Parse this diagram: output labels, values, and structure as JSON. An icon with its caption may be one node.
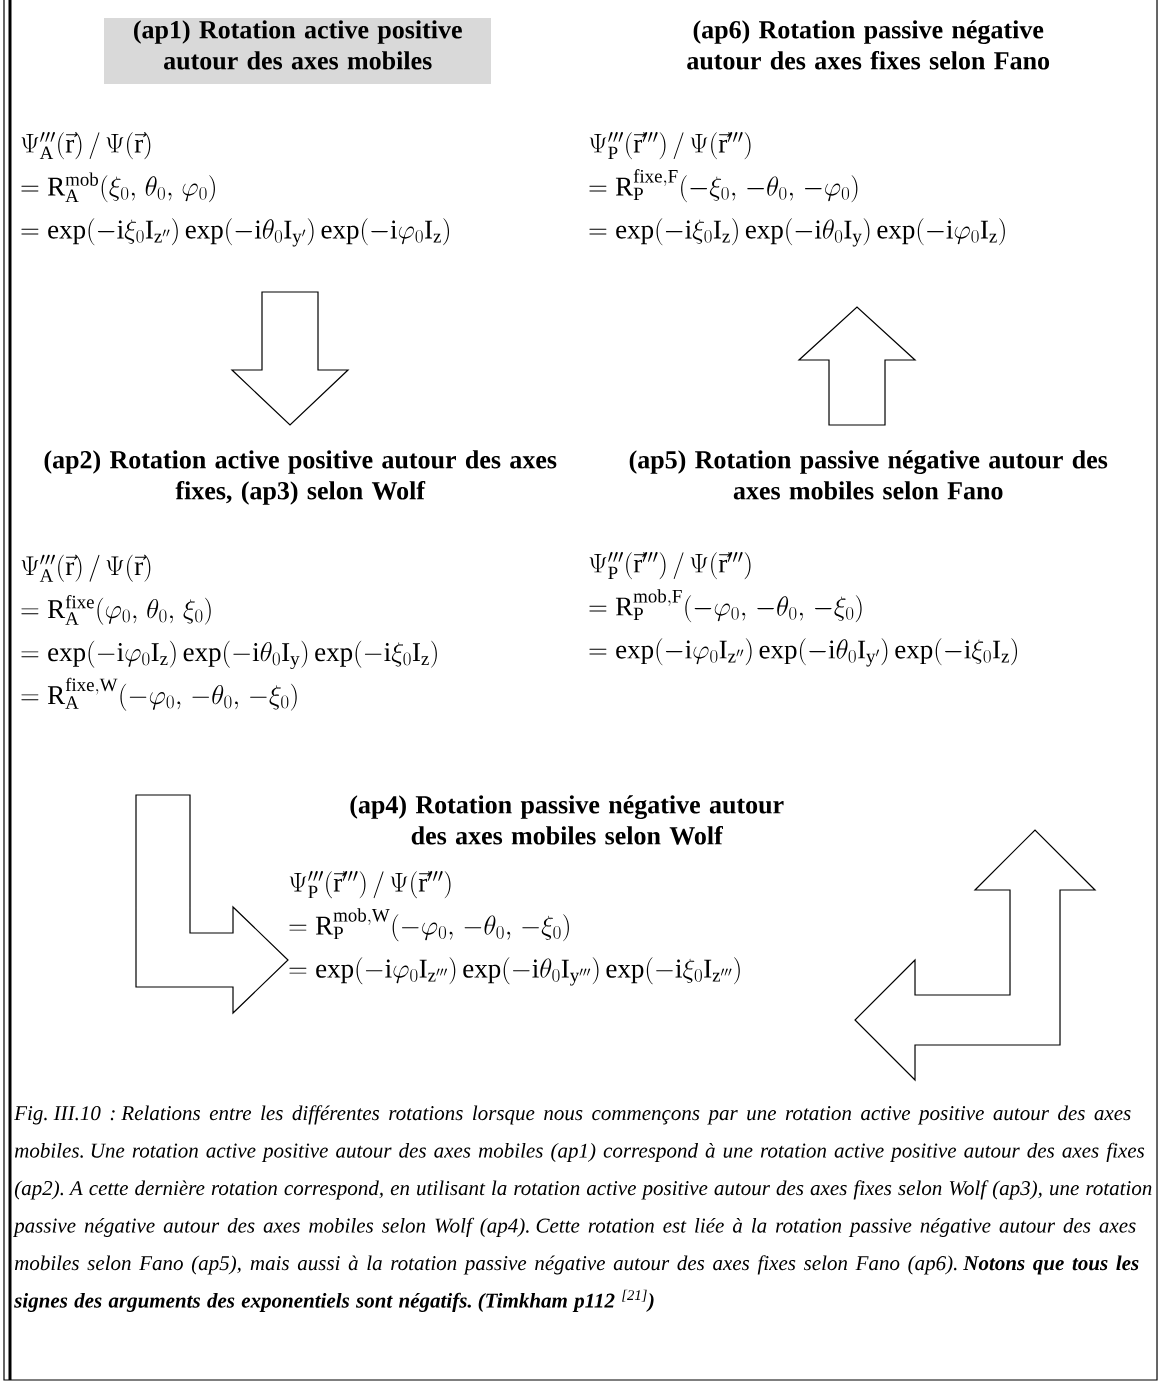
{
  "diagram": {
    "nodes": [
      {
        "text": [
          "(ap1) Rotation active positive autour des axes mobiles",
          "\\Psi'''_{\\mathrm{A}}(\\vec{\\mathrm{r}})\\,/\\,\\Psi(\\vec{\\mathrm{r}})",
          "= \\mathrm{R}_{\\mathrm{A}}^{\\mathrm{mob}}(\\xi_0,\\ \\theta_0,\\ \\varphi_0)",
          "= \\exp(-\\mathrm{i}\\xi_0\\mathrm{I}_{\\mathrm{z}''})\\exp(-\\mathrm{i}\\theta_0\\mathrm{I}_{\\mathrm{y}'})\\exp(-\\mathrm{i}\\varphi_0\\mathrm{I}_{\\mathrm{z}})"
        ]
      },
      {
        "text": [
          "(ap6) Rotation passive négative autour des axes fixes selon Fano",
          "\\Psi'''_{\\mathrm{P}}(\\vec{\\mathrm{r}}''')\\,/\\,\\Psi(\\vec{\\mathrm{r}}''')",
          "= \\mathrm{R}_{\\mathrm{P}}^{\\mathrm{fixe,F}}(-\\xi_0,\\ -\\theta_0,\\ -\\varphi_0)",
          "= \\exp(-\\mathrm{i}\\xi_0\\mathrm{I}_{\\mathrm{z}})\\exp(-\\mathrm{i}\\theta_0\\mathrm{I}_{\\mathrm{y}})\\exp(-\\mathrm{i}\\varphi_0\\mathrm{I}_{\\mathrm{z}})"
        ]
      },
      {
        "text": [
          "(ap2) Rotation active positive autour des axes fixes, (ap3) selon Wolf",
          "\\Psi'''_{\\mathrm{A}}(\\vec{\\mathrm{r}})\\,/\\,\\Psi(\\vec{\\mathrm{r}})",
          "= \\mathrm{R}_{\\mathrm{A}}^{\\mathrm{fixe}}(\\varphi_0,\\ \\theta_0,\\ \\xi_0)",
          "= \\exp(-\\mathrm{i}\\varphi_0\\mathrm{I}_{\\mathrm{z}})\\exp(-\\mathrm{i}\\theta_0\\mathrm{I}_{\\mathrm{y}})\\exp(-\\mathrm{i}\\xi_0\\mathrm{I}_{\\mathrm{z}})",
          "= \\mathrm{R}_{\\mathrm{A}}^{\\mathrm{fixe,W}}(-\\varphi_0,\\ -\\theta_0,\\ -\\xi_0)"
        ]
      },
      {
        "text": [
          "(ap5) Rotation passive négative autour des axes mobiles selon Fano",
          "\\Psi'''_{\\mathrm{P}}(\\vec{\\mathrm{r}}''')\\,/\\,\\Psi(\\vec{\\mathrm{r}}''')",
          "= \\mathrm{R}_{\\mathrm{P}}^{\\mathrm{mob,F}}(-\\varphi_0,\\ -\\theta_0,\\ -\\xi_0)",
          "= \\exp(-\\mathrm{i}\\varphi_0\\mathrm{I}_{\\mathrm{z}''})\\exp(-\\mathrm{i}\\theta_0\\mathrm{I}_{\\mathrm{y}'})\\exp(-\\mathrm{i}\\xi_0\\mathrm{I}_{\\mathrm{z}})"
        ]
      },
      {
        "text": [
          "(ap4) Rotation passive négative autour des axes mobiles selon Wolf",
          "\\Psi'''_{\\mathrm{P}}(\\vec{\\mathrm{r}}''')\\,/\\,\\Psi(\\vec{\\mathrm{r}}''')",
          "= \\mathrm{R}_{\\mathrm{P}}^{\\mathrm{mob,W}}(-\\varphi_0,\\ -\\theta_0,\\ -\\xi_0)",
          "= \\exp(-\\mathrm{i}\\varphi_0\\mathrm{I}_{\\mathrm{z}'''})\\exp(-\\mathrm{i}\\theta_0\\mathrm{I}_{\\mathrm{y}'''})\\exp(-\\mathrm{i}\\xi_0\\mathrm{I}_{\\mathrm{z}'''})"
        ]
      }
    ],
    "edges": [
      {
        "from": 0,
        "to": 2,
        "arrow": "to"
      },
      {
        "from": 2,
        "to": 4,
        "arrow": "to"
      },
      {
        "from": 4,
        "to": 3,
        "arrow": "both"
      },
      {
        "from": 3,
        "to": 1,
        "arrow": "to"
      }
    ],
    "caption": "Fig. III.10 : Relations entre les différentes rotations lorsque nous commençons par une rotation active positive autour des axes mobiles. Une rotation active positive autour des axes mobiles (ap1) correspond à une rotation active positive autour des axes fixes (ap2). A cette dernière rotation correspond, en utilisant la rotation active positive autour des axes fixes selon Wolf (ap3), une rotation passive négative autour des axes mobiles selon Wolf (ap4). Cette rotation est liée à la rotation passive négative autour des axes mobiles selon Fano (ap5), mais aussi à la rotation passive négative autour des axes fixes selon Fano (ap6). **Notons que tous les signes des arguments des exponentiels sont négatifs. (Timkham p112** $^{[21]}$**)**"
  }
}
